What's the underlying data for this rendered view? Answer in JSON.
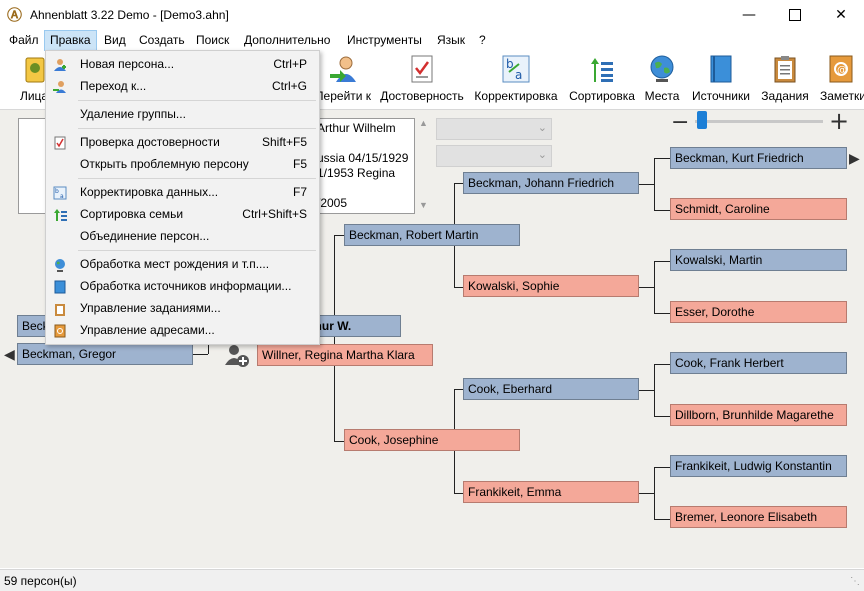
{
  "window": {
    "title": "Ahnenblatt 3.22 Demo - [Demo3.ahn]",
    "app_icon_glyph": "Ⓐ",
    "minimize_glyph": "—",
    "maximize_glyph": "☐",
    "close_glyph": "✕"
  },
  "menu": {
    "items": [
      "Файл",
      "Правка",
      "Вид",
      "Создать",
      "Поиск",
      "Дополнительно",
      "Инструменты",
      "Язык",
      "?"
    ]
  },
  "toolbar": {
    "items": [
      {
        "label": "Лица",
        "icon": "faces-icon"
      },
      {
        "label": "Перейти к",
        "icon": "goto-person-icon"
      },
      {
        "label": "Достоверность",
        "icon": "plausibility-icon"
      },
      {
        "label": "Корректировка",
        "icon": "correction-icon"
      },
      {
        "label": "Сортировка",
        "icon": "sort-icon"
      },
      {
        "label": "Места",
        "icon": "globe-icon"
      },
      {
        "label": "Источники",
        "icon": "book-icon"
      },
      {
        "label": "Задания",
        "icon": "clipboard-icon"
      },
      {
        "label": "Заметки",
        "icon": "notes-icon"
      }
    ]
  },
  "edit_menu": {
    "items": [
      {
        "label": "Новая персона...",
        "shortcut": "Ctrl+P",
        "icon": "add-person-icon"
      },
      {
        "label": "Переход к...",
        "shortcut": "Ctrl+G",
        "icon": "goto-person-icon"
      },
      {
        "label": "Удаление группы...",
        "shortcut": "",
        "icon": ""
      },
      {
        "label": "Проверка достоверности",
        "shortcut": "Shift+F5",
        "icon": "plausibility-icon"
      },
      {
        "label": "Открыть проблемную персону",
        "shortcut": "F5",
        "icon": ""
      },
      {
        "label": "Корректировка данных...",
        "shortcut": "F7",
        "icon": "correction-icon"
      },
      {
        "label": "Сортировка семьи",
        "shortcut": "Ctrl+Shift+S",
        "icon": "sort-icon"
      },
      {
        "label": "Объединение персон...",
        "shortcut": "",
        "icon": ""
      },
      {
        "label": "Обработка мест рождения и т.п....",
        "shortcut": "",
        "icon": "globe-icon"
      },
      {
        "label": "Обработка источников информации...",
        "shortcut": "",
        "icon": "book-icon"
      },
      {
        "label": "Управление заданиями...",
        "shortcut": "",
        "icon": "clipboard-icon"
      },
      {
        "label": "Управление адресами...",
        "shortcut": "",
        "icon": "address-book-icon"
      }
    ]
  },
  "info_panel": {
    "line1": "Arthur Wilhelm",
    "line2": "ussia 04/15/1929",
    "line3": "1/1953 Regina",
    "line4": "/2005"
  },
  "tree": {
    "left_person1": "Beck",
    "left_person2": "Beckman, Gregor",
    "center_person": "h Arthur W.",
    "spouse": "Willner, Regina Martha Klara",
    "father": "Beckman, Robert Martin",
    "mother": "Cook, Josephine",
    "pgf": "Beckman, Johann Friedrich",
    "pgm": "Kowalski, Sophie",
    "mgf": "Cook, Eberhard",
    "mgm": "Frankikeit, Emma",
    "g1": "Beckman, Kurt Friedrich",
    "g2": "Schmidt, Caroline",
    "g3": "Kowalski, Martin",
    "g4": "Esser, Dorothe",
    "g5": "Cook, Frank Herbert",
    "g6": "Dillborn, Brunhilde Magarethe",
    "g7": "Frankikeit, Ludwig Konstantin",
    "g8": "Bremer, Leonore Elisabeth"
  },
  "zoom": {
    "minus": "−",
    "plus": "+",
    "level": 0.02
  },
  "status": {
    "text": "59 персон(ы)"
  },
  "colors": {
    "male": "#9eb3cf",
    "female": "#f4a899",
    "menu_highlight": "#cce4f7"
  }
}
